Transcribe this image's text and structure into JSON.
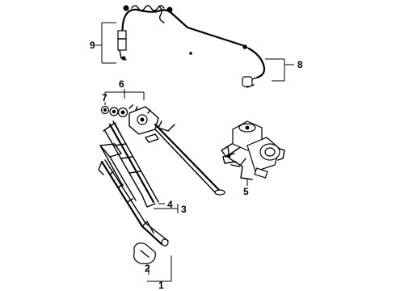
{
  "callouts": [
    {
      "id": "1",
      "label": "1"
    },
    {
      "id": "2",
      "label": "2"
    },
    {
      "id": "3",
      "label": "3"
    },
    {
      "id": "4",
      "label": "4"
    },
    {
      "id": "5",
      "label": "5"
    },
    {
      "id": "6",
      "label": "6"
    },
    {
      "id": "7",
      "label": "7"
    },
    {
      "id": "8",
      "label": "8"
    },
    {
      "id": "9",
      "label": "9"
    }
  ],
  "parts": [
    {
      "callout": "1",
      "icon": "wiper-arm"
    },
    {
      "callout": "2",
      "icon": "arm-pivot-cap"
    },
    {
      "callout": "3",
      "icon": "wiper-blade"
    },
    {
      "callout": "4",
      "icon": "blade-insert"
    },
    {
      "callout": "5",
      "icon": "wiper-motor"
    },
    {
      "callout": "6",
      "icon": "linkage-transmission"
    },
    {
      "callout": "7",
      "icon": "pivot-nut"
    },
    {
      "callout": "8",
      "icon": "washer-hose-nozzle"
    },
    {
      "callout": "9",
      "icon": "hose-clip"
    }
  ]
}
